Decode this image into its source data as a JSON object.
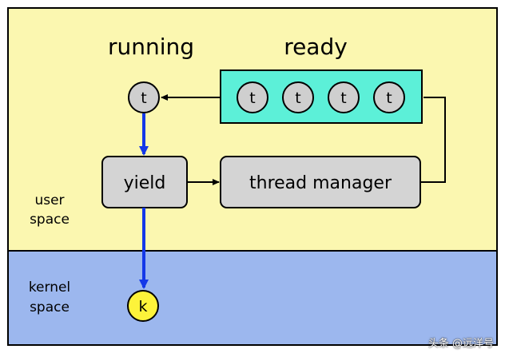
{
  "labels": {
    "running": "running",
    "ready": "ready",
    "yield": "yield",
    "thread_manager": "thread manager",
    "user_space_line1": "user",
    "user_space_line2": "space",
    "kernel_space_line1": "kernel",
    "kernel_space_line2": "space"
  },
  "threads": {
    "running": "t",
    "ready": [
      "t",
      "t",
      "t",
      "t"
    ],
    "kernel": "k"
  },
  "watermark": "头条 @远洋号",
  "colors": {
    "user_space": "#fbf7b0",
    "kernel_space": "#9cb7ee",
    "ready_queue": "#5cf0d8",
    "box": "#d4d4d4",
    "thread_circle": "#cfcfcf",
    "kernel_circle": "#fdf33a",
    "blue_arrow": "#1438e8"
  }
}
